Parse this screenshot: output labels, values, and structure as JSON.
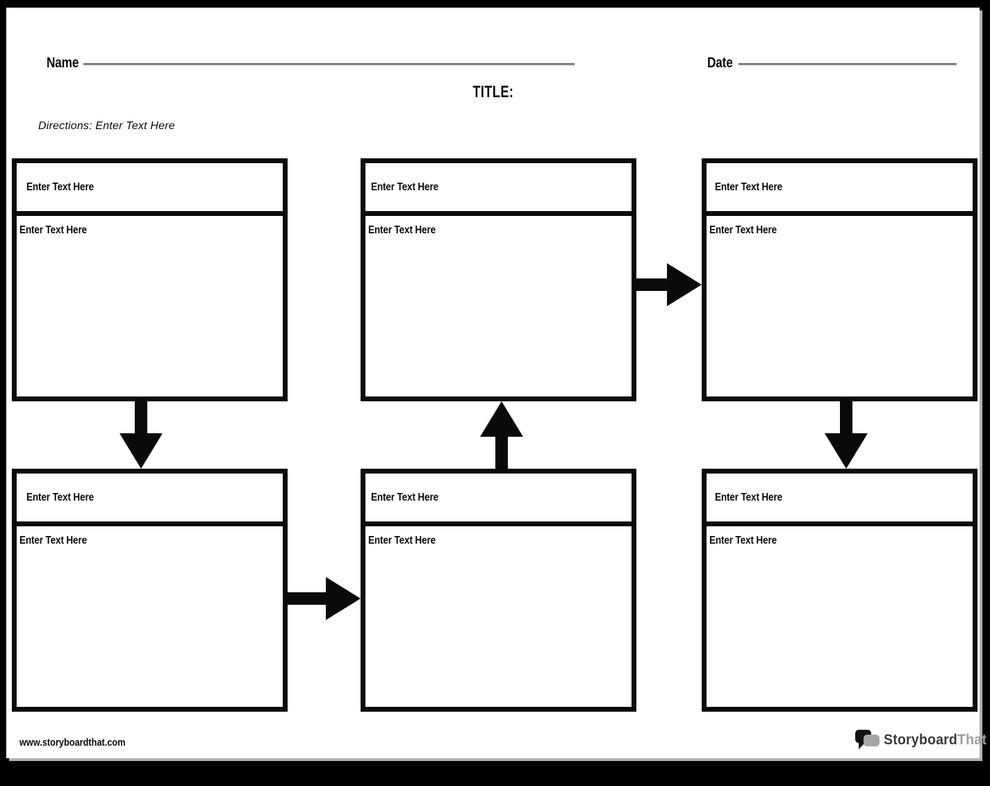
{
  "header": {
    "name_label": "Name",
    "date_label": "Date",
    "title_label": "TITLE:",
    "directions": "Directions: Enter Text Here"
  },
  "boxes": [
    {
      "header": "Enter Text Here",
      "body": "Enter Text Here"
    },
    {
      "header": "Enter Text Here",
      "body": "Enter Text Here"
    },
    {
      "header": "Enter Text Here",
      "body": "Enter Text Here"
    },
    {
      "header": "Enter Text Here",
      "body": "Enter Text Here"
    },
    {
      "header": "Enter Text Here",
      "body": "Enter Text Here"
    },
    {
      "header": "Enter Text Here",
      "body": "Enter Text Here"
    }
  ],
  "arrows": [
    {
      "name": "down-arrow-left",
      "direction": "down"
    },
    {
      "name": "up-arrow-middle",
      "direction": "up"
    },
    {
      "name": "down-arrow-right",
      "direction": "down"
    },
    {
      "name": "right-arrow-top",
      "direction": "right"
    },
    {
      "name": "right-arrow-bottom",
      "direction": "right"
    }
  ],
  "footer": {
    "website": "www.storyboardthat.com",
    "logo_primary": "Storyboard",
    "logo_secondary": "That"
  },
  "colors": {
    "line_black": "#0a0a0a",
    "underline_gray": "#8c8c8c",
    "shadow_gray": "#b2b2b2",
    "logo_text_dark": "#3b3b3b",
    "logo_text_gray": "#9d9d9d",
    "logo_bubble_black": "#111111",
    "logo_bubble_gray": "#a5a5a5"
  }
}
